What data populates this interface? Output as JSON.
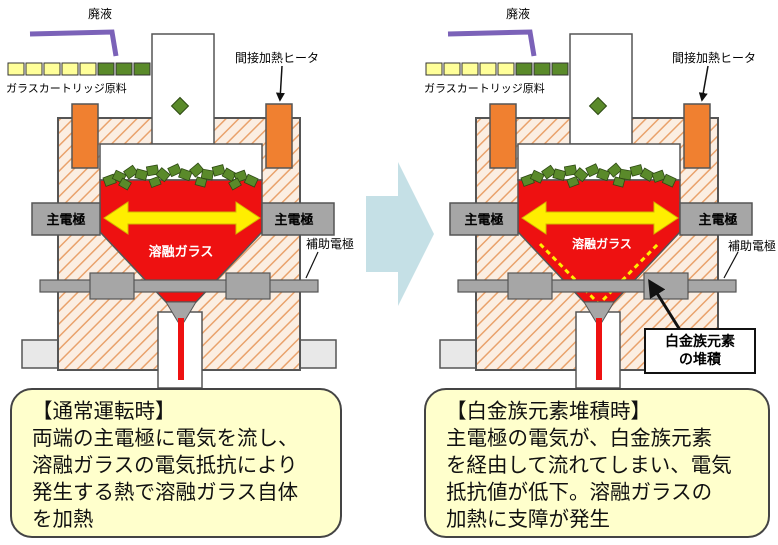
{
  "left": {
    "waste_label": "廃液",
    "cartridge_label": "ガラスカートリッジ原料",
    "heater_label": "間接加熱ヒータ",
    "electrode_left": "主電極",
    "electrode_right": "主電極",
    "glass_label": "溶融ガラス",
    "aux_electrode_label": "補助電極",
    "caption_lines": [
      "【通常運転時】",
      "両端の主電極に電気を流し、",
      "溶融ガラスの電気抵抗により",
      "発生する熱で溶融ガラス自体",
      "を加熱"
    ]
  },
  "right": {
    "waste_label": "廃液",
    "cartridge_label": "ガラスカートリッジ原料",
    "heater_label": "間接加熱ヒータ",
    "electrode_left": "主電極",
    "electrode_right": "主電極",
    "glass_label": "溶融ガラス",
    "aux_electrode_label": "補助電極",
    "pgm_label_line1": "白金族元素",
    "pgm_label_line2": "の堆積",
    "caption_lines": [
      "【白金族元素堆積時】",
      "主電極の電気が、白金族元素",
      "を経由して流れてしまい、電気",
      "抵抗値が低下。溶融ガラスの",
      "加熱に支障が発生"
    ]
  },
  "colors": {
    "glass_red": "#ee1111",
    "refractory_hatch": "#e9a26c",
    "electrode_gray": "#a6a6a6",
    "heater_orange": "#f08030",
    "arrow_yellow": "#ffee00",
    "cartridge_green": "#5a8a2a",
    "caption_fill": "#ffffcc",
    "transition_arrow": "#c5e0e6"
  }
}
